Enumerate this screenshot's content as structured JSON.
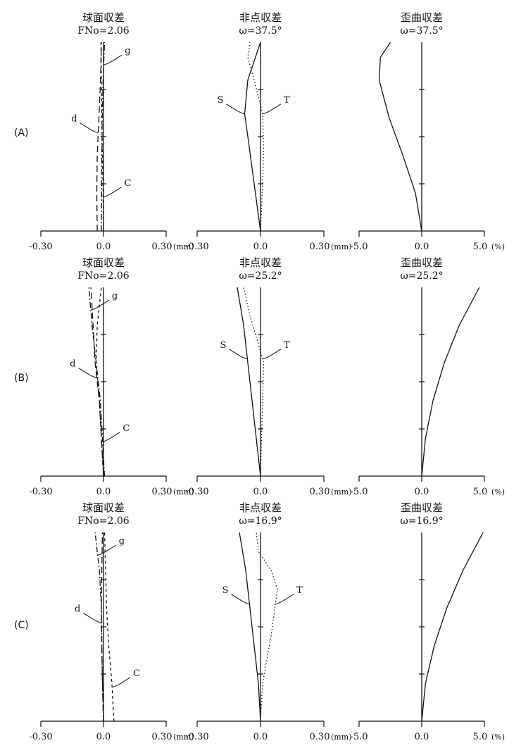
{
  "chart_data": [
    {
      "row": "(A)",
      "panels": [
        {
          "type": "line",
          "title": "球面収差",
          "subtitle": "FNo=2.06",
          "xlim": [
            -0.3,
            0.3
          ],
          "ylim": [
            0,
            1
          ],
          "xticks": [
            "-0.30",
            "0.0",
            "0.30"
          ],
          "unit": "(mm)",
          "series": [
            {
              "name": "d",
              "style": "long-dash",
              "x": [
                -0.03,
                -0.032,
                -0.03,
                -0.022,
                -0.014,
                -0.01
              ],
              "y": [
                0.0,
                0.2,
                0.4,
                0.6,
                0.8,
                1.0
              ]
            },
            {
              "name": "g",
              "style": "dash-dot",
              "x": [
                -0.01,
                -0.009,
                -0.008,
                -0.006,
                -0.002,
                0.005
              ],
              "y": [
                0.0,
                0.2,
                0.4,
                0.6,
                0.8,
                1.0
              ]
            },
            {
              "name": "C",
              "style": "short-dash",
              "x": [
                0.0,
                -0.002,
                -0.005,
                -0.008,
                -0.01,
                -0.012
              ],
              "y": [
                0.0,
                0.2,
                0.4,
                0.6,
                0.8,
                1.0
              ]
            }
          ]
        },
        {
          "type": "line",
          "title": "非点収差",
          "subtitle": "ω=37.5°",
          "xlim": [
            -0.3,
            0.3
          ],
          "ylim": [
            0,
            1
          ],
          "xticks": [
            "-0.30",
            "0.0",
            "0.30"
          ],
          "unit": "(mm)",
          "series": [
            {
              "name": "S",
              "style": "solid",
              "x": [
                0.0,
                -0.03,
                -0.06,
                -0.075,
                -0.06,
                0.0
              ],
              "y": [
                0.0,
                0.25,
                0.5,
                0.62,
                0.8,
                1.0
              ]
            },
            {
              "name": "T",
              "style": "dotted",
              "x": [
                0.0,
                0.01,
                0.015,
                0.01,
                -0.03,
                -0.06,
                -0.05
              ],
              "y": [
                0.0,
                0.25,
                0.45,
                0.62,
                0.8,
                0.92,
                1.0
              ]
            }
          ]
        },
        {
          "type": "line",
          "title": "歪曲収差",
          "subtitle": "ω=37.5°",
          "xlim": [
            -5.0,
            5.0
          ],
          "ylim": [
            0,
            1
          ],
          "xticks": [
            "-5.0",
            "0.0",
            "5.0"
          ],
          "unit": "(%)",
          "series": [
            {
              "name": "",
              "style": "solid",
              "x": [
                0.0,
                -0.5,
                -1.5,
                -2.6,
                -3.4,
                -3.3,
                -2.5
              ],
              "y": [
                0.0,
                0.2,
                0.4,
                0.6,
                0.8,
                0.92,
                1.0
              ]
            }
          ]
        }
      ]
    },
    {
      "row": "(B)",
      "panels": [
        {
          "type": "line",
          "title": "球面収差",
          "subtitle": "FNo=2.06",
          "xlim": [
            -0.3,
            0.3
          ],
          "ylim": [
            0,
            1
          ],
          "xticks": [
            "-0.30",
            "0.0",
            "0.30"
          ],
          "unit": "(mm)",
          "series": [
            {
              "name": "d",
              "style": "long-dash",
              "x": [
                0.0,
                -0.01,
                -0.02,
                -0.04,
                -0.05,
                -0.06
              ],
              "y": [
                0.0,
                0.2,
                0.4,
                0.6,
                0.8,
                1.0
              ]
            },
            {
              "name": "g",
              "style": "dash-dot",
              "x": [
                0.005,
                -0.005,
                -0.015,
                -0.035,
                -0.055,
                -0.07
              ],
              "y": [
                0.0,
                0.2,
                0.4,
                0.6,
                0.8,
                1.0
              ]
            },
            {
              "name": "C",
              "style": "short-dash",
              "x": [
                0.0,
                -0.01,
                -0.02,
                -0.035,
                -0.03,
                -0.01
              ],
              "y": [
                0.0,
                0.2,
                0.4,
                0.6,
                0.8,
                1.0
              ]
            }
          ]
        },
        {
          "type": "line",
          "title": "非点収差",
          "subtitle": "ω=25.2°",
          "xlim": [
            -0.3,
            0.3
          ],
          "ylim": [
            0,
            1
          ],
          "xticks": [
            "-0.30",
            "0.0",
            "0.30"
          ],
          "unit": "(mm)",
          "series": [
            {
              "name": "S",
              "style": "solid",
              "x": [
                0.0,
                -0.02,
                -0.04,
                -0.06,
                -0.08,
                -0.11
              ],
              "y": [
                0.0,
                0.2,
                0.4,
                0.6,
                0.8,
                1.0
              ]
            },
            {
              "name": "T",
              "style": "dotted",
              "x": [
                0.0,
                0.005,
                0.01,
                0.015,
                -0.01,
                -0.05,
                -0.08
              ],
              "y": [
                0.0,
                0.2,
                0.4,
                0.6,
                0.7,
                0.85,
                1.0
              ]
            }
          ]
        },
        {
          "type": "line",
          "title": "歪曲収差",
          "subtitle": "ω=25.2°",
          "xlim": [
            -5.0,
            5.0
          ],
          "ylim": [
            0,
            1
          ],
          "xticks": [
            "-5.0",
            "0.0",
            "5.0"
          ],
          "unit": "(%)",
          "series": [
            {
              "name": "",
              "style": "solid",
              "x": [
                0.0,
                0.3,
                0.9,
                1.8,
                3.0,
                4.6
              ],
              "y": [
                0.0,
                0.2,
                0.4,
                0.6,
                0.8,
                1.0
              ]
            }
          ]
        }
      ]
    },
    {
      "row": "(C)",
      "panels": [
        {
          "type": "line",
          "title": "球面収差",
          "subtitle": "FNo=2.06",
          "xlim": [
            -0.3,
            0.3
          ],
          "ylim": [
            0,
            1
          ],
          "xticks": [
            "-0.30",
            "0.0",
            "0.30"
          ],
          "unit": "(mm)",
          "series": [
            {
              "name": "d",
              "style": "long-dash",
              "x": [
                0.0,
                -0.005,
                -0.008,
                -0.01,
                -0.008,
                -0.005
              ],
              "y": [
                0.0,
                0.2,
                0.4,
                0.6,
                0.8,
                1.0
              ]
            },
            {
              "name": "g",
              "style": "dash-dot",
              "x": [
                0.0,
                -0.005,
                -0.008,
                -0.01,
                -0.02,
                -0.04
              ],
              "y": [
                0.0,
                0.2,
                0.4,
                0.6,
                0.8,
                1.0
              ]
            },
            {
              "name": "C",
              "style": "short-dash",
              "x": [
                0.05,
                0.04,
                0.025,
                0.015,
                0.01,
                0.005
              ],
              "y": [
                0.0,
                0.2,
                0.4,
                0.6,
                0.8,
                1.0
              ]
            }
          ]
        },
        {
          "type": "line",
          "title": "非点収差",
          "subtitle": "ω=16.9°",
          "xlim": [
            -0.3,
            0.3
          ],
          "ylim": [
            0,
            1
          ],
          "xticks": [
            "-0.30",
            "0.0",
            "0.30"
          ],
          "unit": "(mm)",
          "series": [
            {
              "name": "S",
              "style": "solid",
              "x": [
                0.0,
                -0.01,
                -0.03,
                -0.05,
                -0.07,
                -0.1
              ],
              "y": [
                0.0,
                0.2,
                0.4,
                0.6,
                0.8,
                1.0
              ]
            },
            {
              "name": "T",
              "style": "dotted",
              "x": [
                0.0,
                0.01,
                0.05,
                0.08,
                0.05,
                -0.01,
                -0.02
              ],
              "y": [
                0.0,
                0.2,
                0.45,
                0.7,
                0.8,
                0.9,
                1.0
              ]
            }
          ]
        },
        {
          "type": "line",
          "title": "歪曲収差",
          "subtitle": "ω=16.9°",
          "xlim": [
            -5.0,
            5.0
          ],
          "ylim": [
            0,
            1
          ],
          "xticks": [
            "-5.0",
            "0.0",
            "5.0"
          ],
          "unit": "(%)",
          "series": [
            {
              "name": "",
              "style": "solid",
              "x": [
                0.0,
                0.3,
                1.0,
                2.0,
                3.3,
                4.9
              ],
              "y": [
                0.0,
                0.2,
                0.4,
                0.6,
                0.8,
                1.0
              ]
            }
          ]
        }
      ]
    }
  ]
}
